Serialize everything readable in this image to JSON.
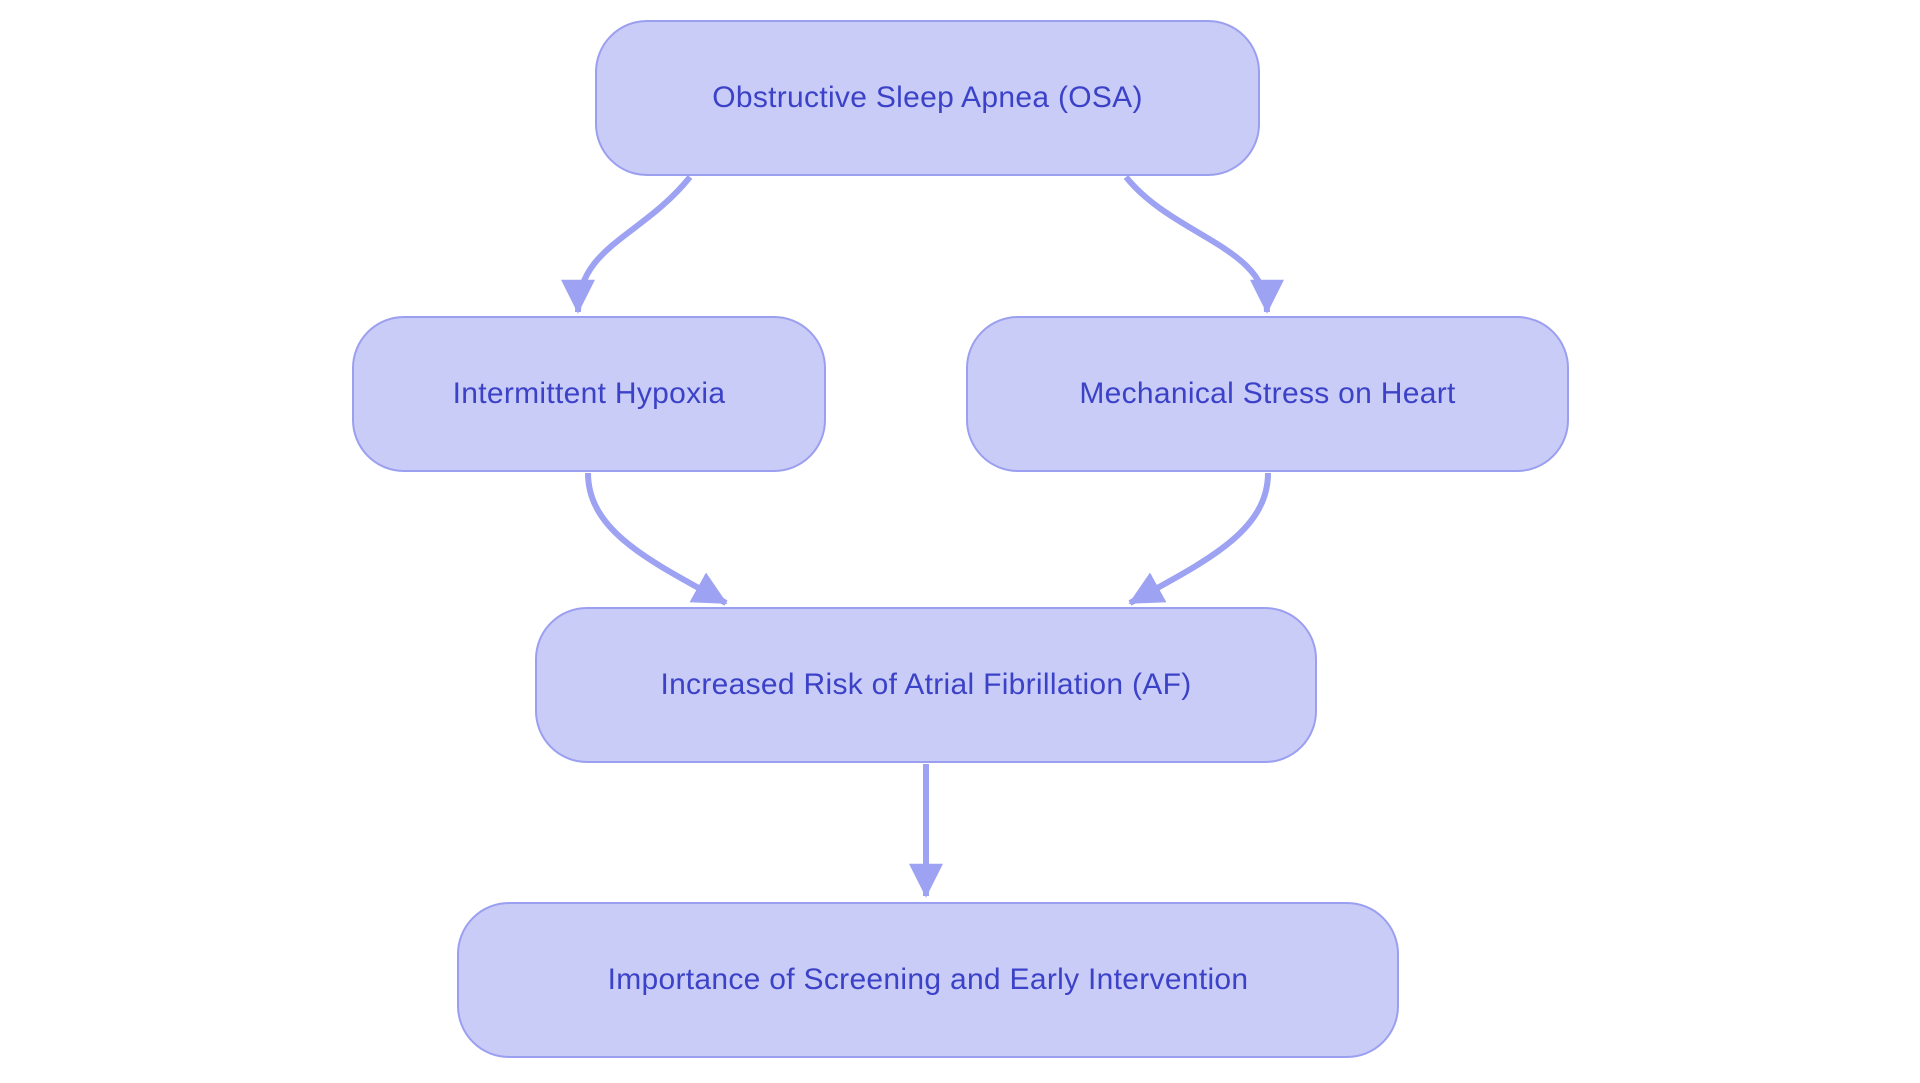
{
  "diagram": {
    "type": "flowchart",
    "background": "#ffffff",
    "colors": {
      "node_fill": "#c9ccf7",
      "node_border": "#9b9ff0",
      "node_text": "#3c42c7",
      "arrow": "#9da2f3"
    },
    "nodes": [
      {
        "id": "osa",
        "label": "Obstructive Sleep Apnea (OSA)"
      },
      {
        "id": "hypoxia",
        "label": "Intermittent Hypoxia"
      },
      {
        "id": "stress",
        "label": "Mechanical Stress on Heart"
      },
      {
        "id": "af",
        "label": "Increased Risk of Atrial Fibrillation (AF)"
      },
      {
        "id": "screening",
        "label": "Importance of Screening and Early Intervention"
      }
    ],
    "edges": [
      {
        "from": "osa",
        "to": "hypoxia"
      },
      {
        "from": "osa",
        "to": "stress"
      },
      {
        "from": "hypoxia",
        "to": "af"
      },
      {
        "from": "stress",
        "to": "af"
      },
      {
        "from": "af",
        "to": "screening"
      }
    ]
  }
}
